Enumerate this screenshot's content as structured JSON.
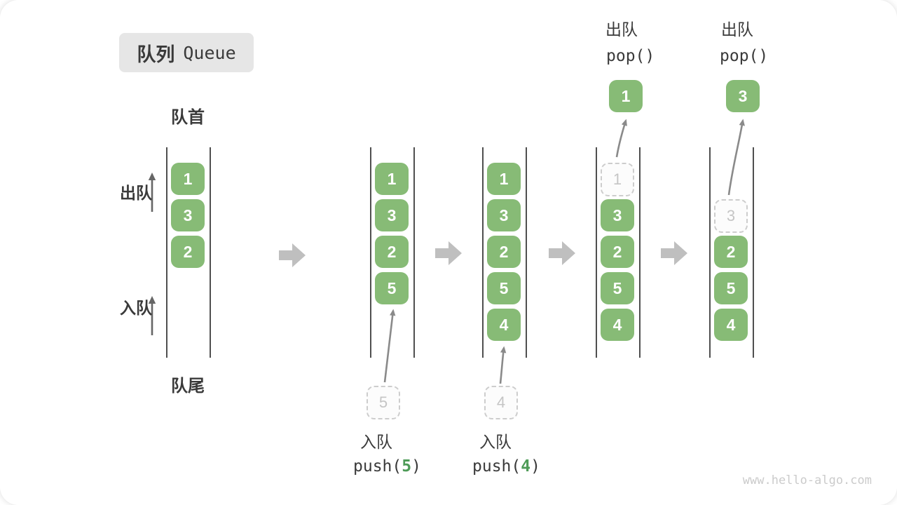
{
  "title": {
    "zh": "队列",
    "en": "Queue"
  },
  "side_labels": {
    "front": "队首",
    "rear": "队尾",
    "dequeue": "出队",
    "enqueue": "入队"
  },
  "watermark": "www.hello-algo.com",
  "colors": {
    "cell_green": "#87BB76",
    "code_green": "#4E9B57",
    "block_arrow_gray": "#BFBFBF",
    "wall_dark": "#4F4F4F",
    "text_dark": "#3A3A3A",
    "dashed_border": "#CDCDCD",
    "dashed_text": "#C5C5C5",
    "thin_arrow": "#8A8A8A"
  },
  "states": [
    {
      "slots": [
        {
          "value": "1"
        },
        {
          "value": "3"
        },
        {
          "value": "2"
        }
      ]
    },
    {
      "slots": [
        {
          "value": "1"
        },
        {
          "value": "3"
        },
        {
          "value": "2"
        },
        {
          "value": "5"
        }
      ],
      "enqueue": {
        "staged_value": "5",
        "label": "入队",
        "code_prefix": "push(",
        "code_arg": "5",
        "code_suffix": ")"
      }
    },
    {
      "slots": [
        {
          "value": "1"
        },
        {
          "value": "3"
        },
        {
          "value": "2"
        },
        {
          "value": "5"
        },
        {
          "value": "4"
        }
      ],
      "enqueue": {
        "staged_value": "4",
        "label": "入队",
        "code_prefix": "push(",
        "code_arg": "4",
        "code_suffix": ")"
      }
    },
    {
      "slots": [
        {
          "value": "1",
          "dashed": true
        },
        {
          "value": "3"
        },
        {
          "value": "2"
        },
        {
          "value": "5"
        },
        {
          "value": "4"
        }
      ],
      "dequeue": {
        "label": "出队",
        "code": "pop()",
        "popped_value": "1"
      }
    },
    {
      "slots": [
        {
          "empty": true
        },
        {
          "value": "3",
          "dashed": true
        },
        {
          "value": "2"
        },
        {
          "value": "5"
        },
        {
          "value": "4"
        }
      ],
      "dequeue": {
        "label": "出队",
        "code": "pop()",
        "popped_value": "3"
      }
    }
  ]
}
